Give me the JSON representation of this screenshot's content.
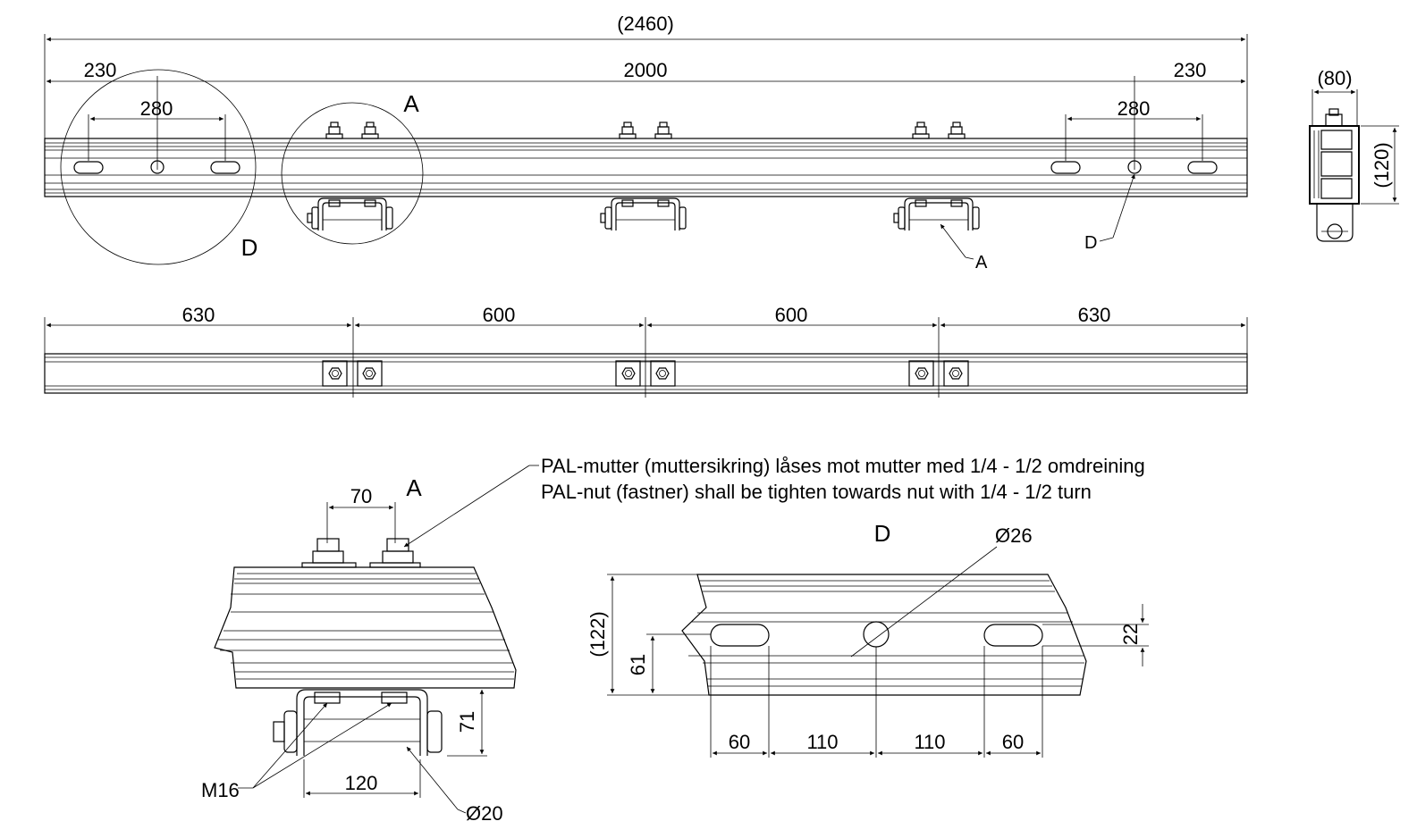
{
  "dimensions": {
    "overall_length": "(2460)",
    "end_left": "230",
    "center_span": "2000",
    "end_right": "230",
    "slot_span_left": "280",
    "slot_span_right": "280",
    "bottom_seg_1": "630",
    "bottom_seg_2": "600",
    "bottom_seg_3": "600",
    "bottom_seg_4": "630",
    "section_width": "(80)",
    "section_height": "(120)"
  },
  "callouts": {
    "view_a": "A",
    "view_d": "D"
  },
  "note": {
    "line1": "PAL-mutter (muttersikring) låses mot mutter med 1/4 - 1/2 omdreining",
    "line2": "PAL-nut (fastner) shall be tighten towards nut with 1/4 - 1/2 turn"
  },
  "detail_a": {
    "title": "A",
    "bolt_spacing": "70",
    "height": "71",
    "width": "120",
    "bolt": "M16",
    "pin": "Ø20"
  },
  "detail_d": {
    "title": "D",
    "hole": "Ø26",
    "height": "(122)",
    "hole_height": "61",
    "slot_height": "22",
    "d1": "60",
    "d2": "110",
    "d3": "110",
    "d4": "60"
  }
}
